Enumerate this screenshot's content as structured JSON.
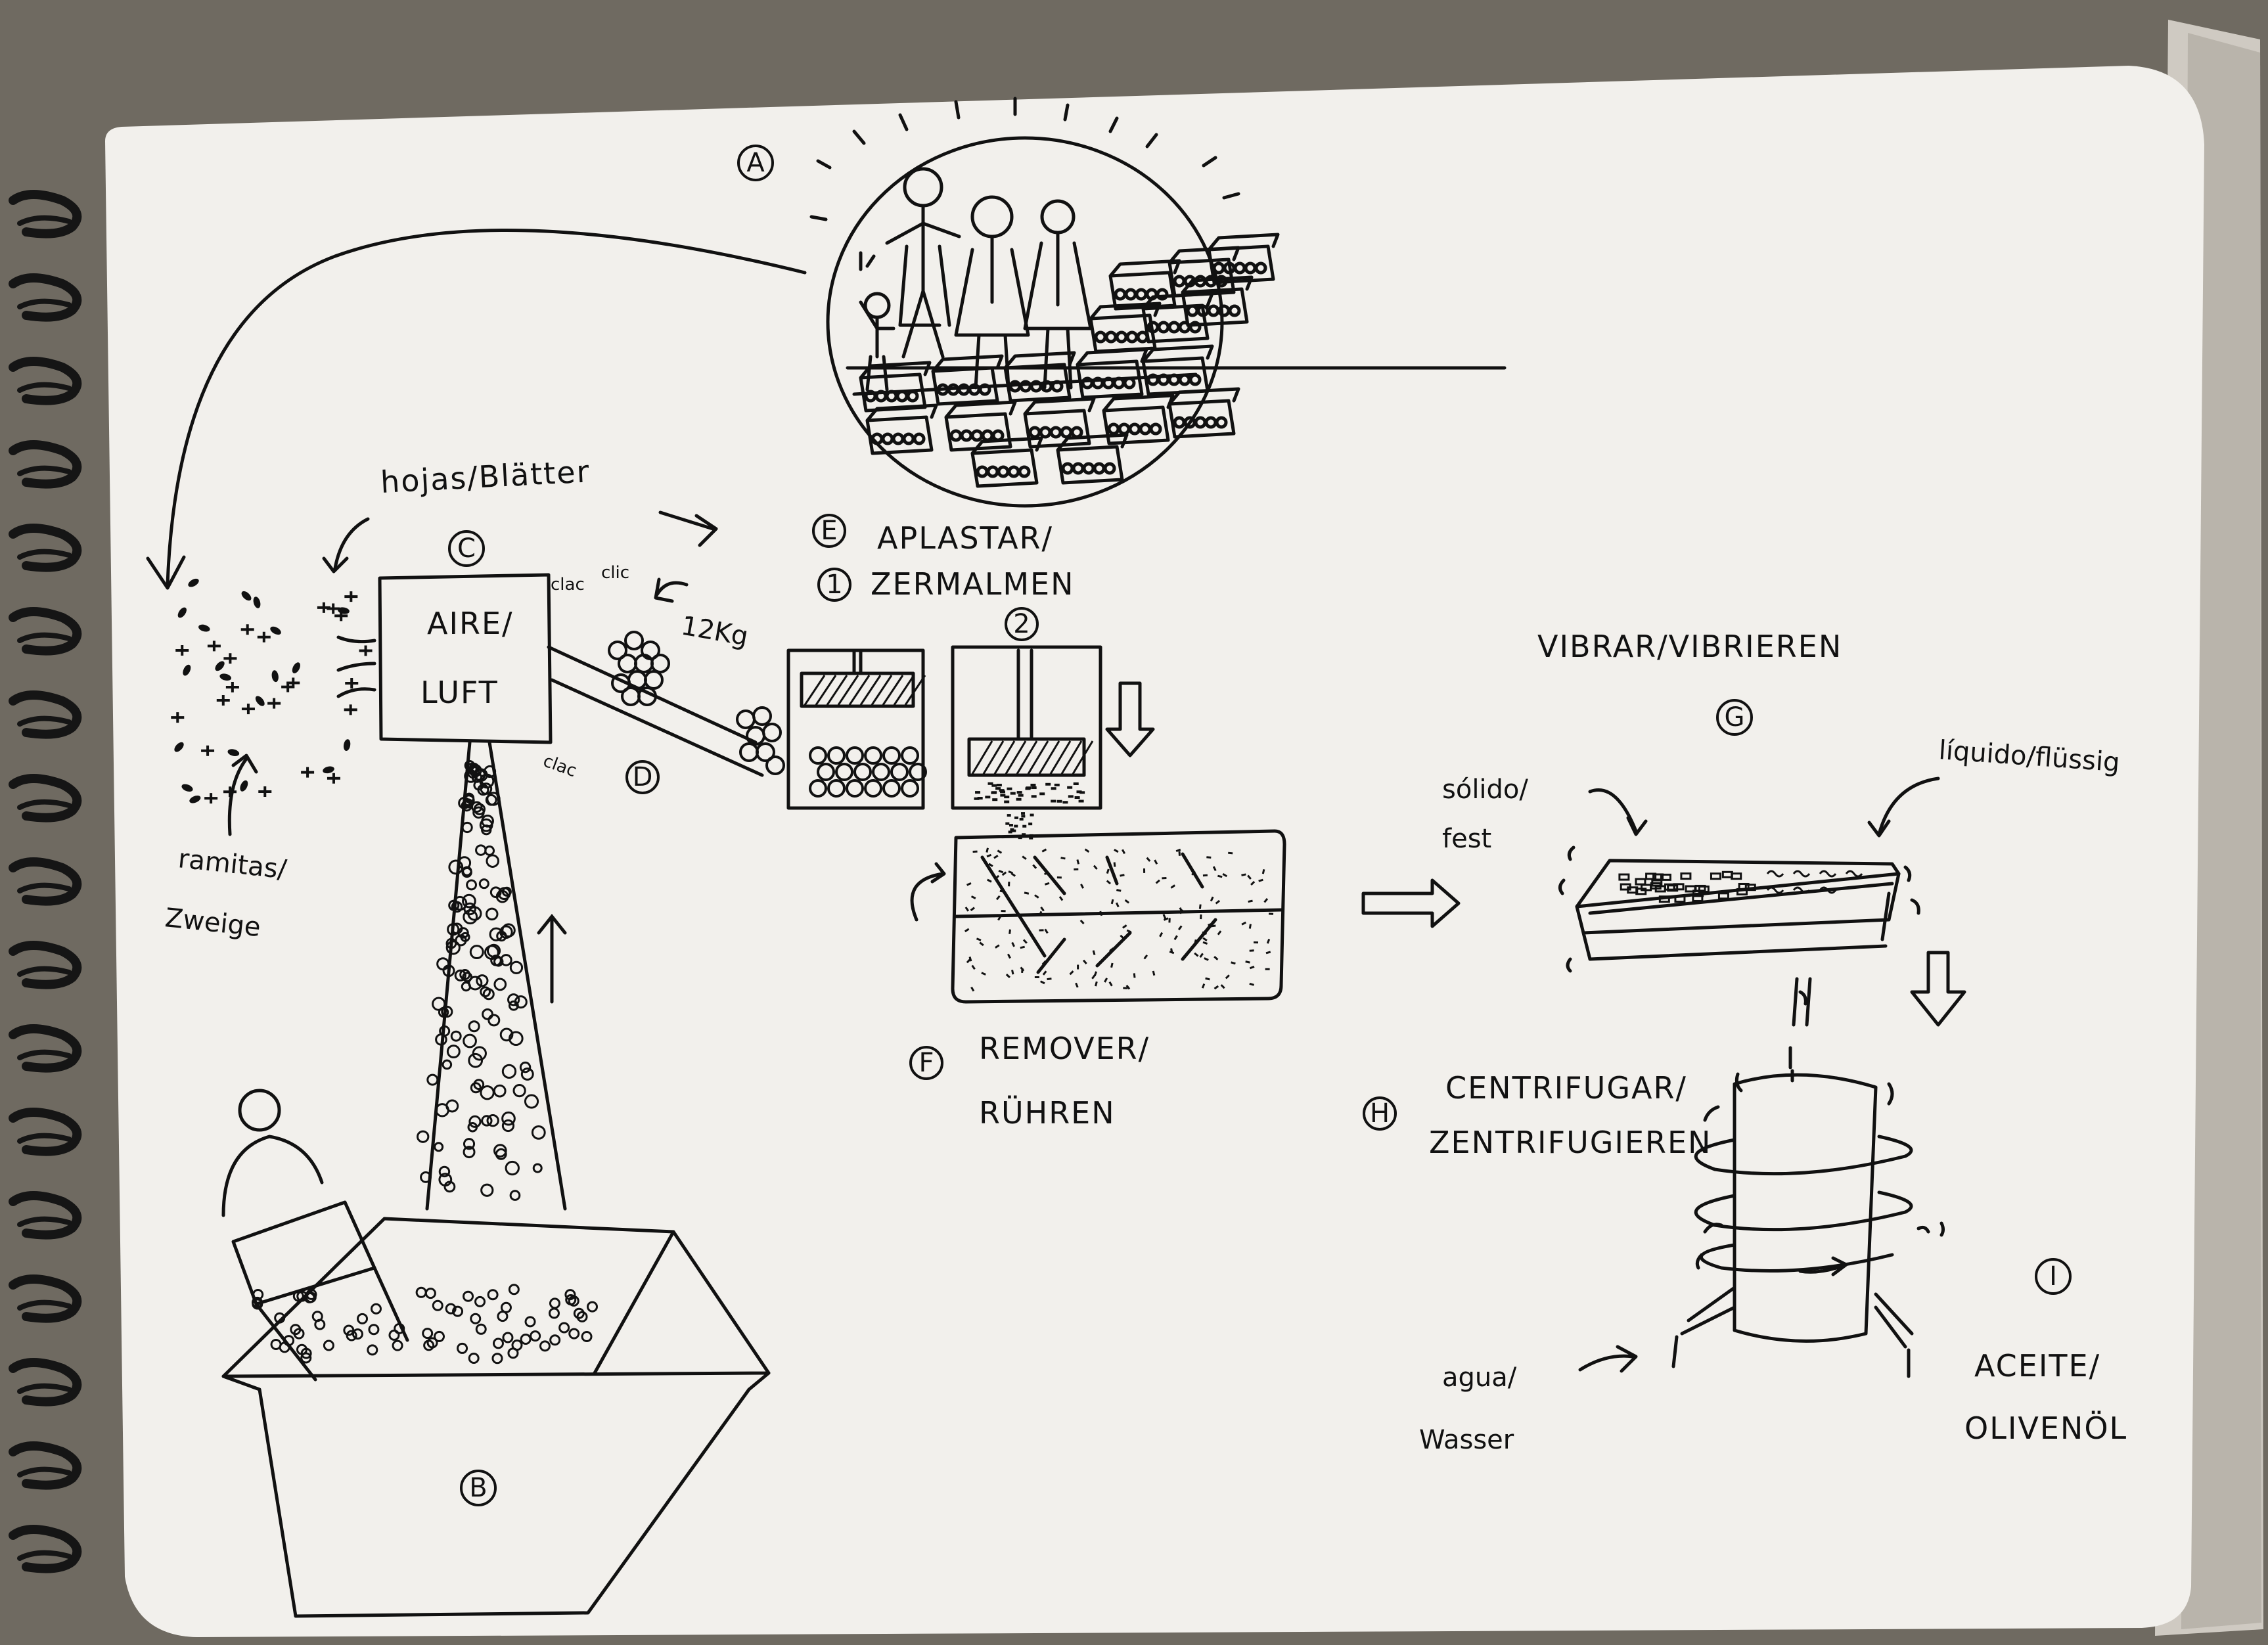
{
  "steps": {
    "A": "A",
    "B": "B",
    "C": "C",
    "D": "D",
    "E": "E",
    "F": "F",
    "G": "G",
    "H": "H",
    "I": "I",
    "one": "1",
    "two": "2"
  },
  "labels": {
    "hojas": "hojas/Blätter",
    "ramitas": "ramitas/",
    "zweige": "Zweige",
    "aire": "AIRE/",
    "luft": "LUFT",
    "weight": "12Kg",
    "clac1": "clac",
    "clic": "clic",
    "clac2": "clac",
    "aplastar": "APLASTAR/",
    "zermalmen": "ZERMALMEN",
    "remover": "REMOVER/",
    "ruhren": "RÜHREN",
    "vibrar": "VIBRAR/VIBRIEREN",
    "solido": "sólido/",
    "fest": "fest",
    "liquido": "líquido/flüssig",
    "centrifugar": "CENTRIFUGAR/",
    "zentrifugieren": "ZENTRIFUGIEREN",
    "agua": "agua/",
    "wasser": "Wasser",
    "aceite": "ACEITE/",
    "olivenol": "OLIVENÖL"
  }
}
